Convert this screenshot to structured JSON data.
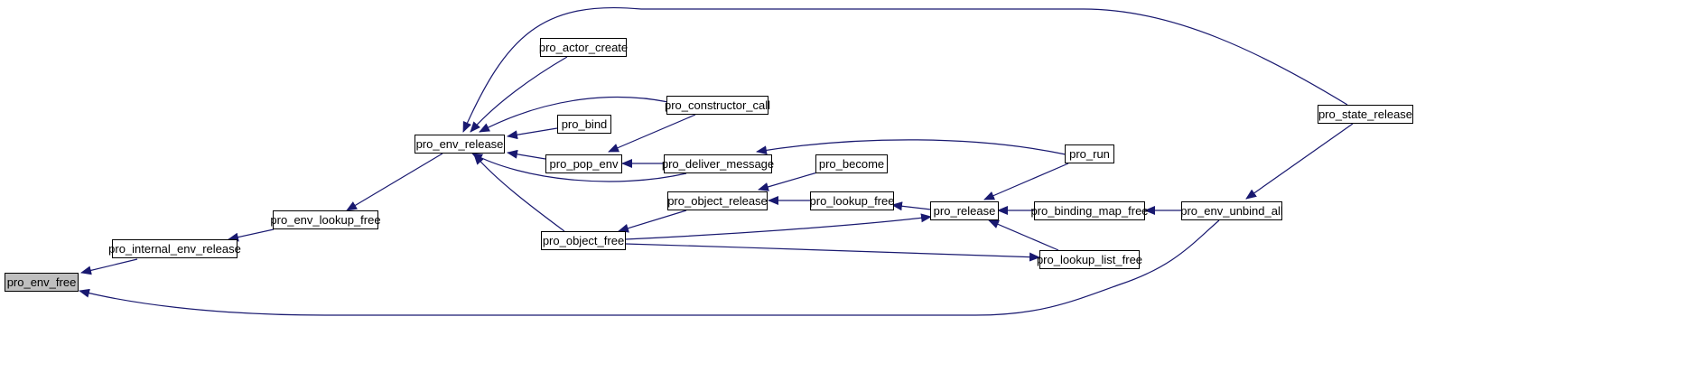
{
  "graph": {
    "edge_color": "#191970",
    "highlight_fill": "#bfbfbf",
    "node_fill": "#ffffff",
    "nodes": [
      {
        "id": "pro_env_free",
        "label": "pro_env_free",
        "highlight": true
      },
      {
        "id": "pro_internal_env_release",
        "label": "pro_internal_env_release"
      },
      {
        "id": "pro_env_lookup_free",
        "label": "pro_env_lookup_free"
      },
      {
        "id": "pro_env_release",
        "label": "pro_env_release"
      },
      {
        "id": "pro_actor_create",
        "label": "pro_actor_create"
      },
      {
        "id": "pro_bind",
        "label": "pro_bind"
      },
      {
        "id": "pro_pop_env",
        "label": "pro_pop_env"
      },
      {
        "id": "pro_object_free",
        "label": "pro_object_free"
      },
      {
        "id": "pro_constructor_call",
        "label": "pro_constructor_call"
      },
      {
        "id": "pro_deliver_message",
        "label": "pro_deliver_message"
      },
      {
        "id": "pro_become",
        "label": "pro_become"
      },
      {
        "id": "pro_object_release",
        "label": "pro_object_release"
      },
      {
        "id": "pro_lookup_free",
        "label": "pro_lookup_free"
      },
      {
        "id": "pro_run",
        "label": "pro_run"
      },
      {
        "id": "pro_release",
        "label": "pro_release"
      },
      {
        "id": "pro_binding_map_free",
        "label": "pro_binding_map_free"
      },
      {
        "id": "pro_lookup_list_free",
        "label": "pro_lookup_list_free"
      },
      {
        "id": "pro_env_unbind_all",
        "label": "pro_env_unbind_all"
      },
      {
        "id": "pro_state_release",
        "label": "pro_state_release"
      }
    ],
    "edges": [
      {
        "from": "pro_internal_env_release",
        "to": "pro_env_free"
      },
      {
        "from": "pro_env_unbind_all",
        "to": "pro_env_free"
      },
      {
        "from": "pro_env_lookup_free",
        "to": "pro_internal_env_release"
      },
      {
        "from": "pro_env_release",
        "to": "pro_env_lookup_free"
      },
      {
        "from": "pro_actor_create",
        "to": "pro_env_release"
      },
      {
        "from": "pro_constructor_call",
        "to": "pro_env_release"
      },
      {
        "from": "pro_bind",
        "to": "pro_env_release"
      },
      {
        "from": "pro_pop_env",
        "to": "pro_env_release"
      },
      {
        "from": "pro_deliver_message",
        "to": "pro_env_release"
      },
      {
        "from": "pro_object_free",
        "to": "pro_env_release"
      },
      {
        "from": "pro_state_release",
        "to": "pro_env_release"
      },
      {
        "from": "pro_constructor_call",
        "to": "pro_pop_env"
      },
      {
        "from": "pro_deliver_message",
        "to": "pro_pop_env"
      },
      {
        "from": "pro_run",
        "to": "pro_deliver_message"
      },
      {
        "from": "pro_become",
        "to": "pro_object_release"
      },
      {
        "from": "pro_lookup_free",
        "to": "pro_object_release"
      },
      {
        "from": "pro_object_release",
        "to": "pro_object_free"
      },
      {
        "from": "pro_object_free",
        "to": "pro_release"
      },
      {
        "from": "pro_object_free",
        "to": "pro_lookup_list_free"
      },
      {
        "from": "pro_release",
        "to": "pro_lookup_free"
      },
      {
        "from": "pro_run",
        "to": "pro_release"
      },
      {
        "from": "pro_binding_map_free",
        "to": "pro_release"
      },
      {
        "from": "pro_lookup_list_free",
        "to": "pro_release"
      },
      {
        "from": "pro_env_unbind_all",
        "to": "pro_binding_map_free"
      },
      {
        "from": "pro_state_release",
        "to": "pro_env_unbind_all"
      }
    ]
  }
}
